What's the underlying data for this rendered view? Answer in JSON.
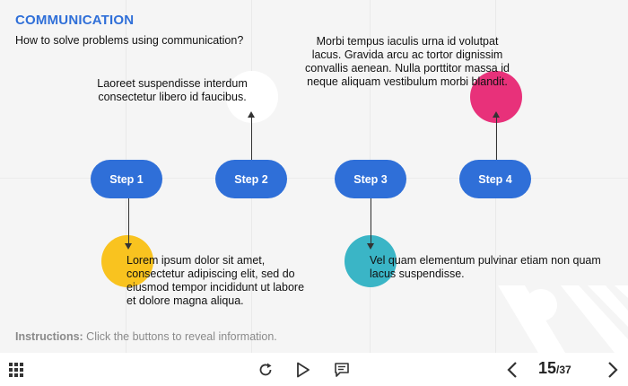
{
  "header": {
    "title": "COMMUNICATION",
    "subtitle": "How to solve problems using communication?"
  },
  "steps": [
    {
      "label": "Step 1",
      "text": "Lorem ipsum dolor sit amet, consectetur adipiscing elit, sed do eiusmod tempor incididunt ut labore et dolore magna aliqua."
    },
    {
      "label": "Step 2",
      "text": "Laoreet suspendisse interdum consectetur libero id faucibus."
    },
    {
      "label": "Step 3",
      "text": "Vel quam elementum pulvinar etiam non quam lacus suspendisse."
    },
    {
      "label": "Step 4",
      "text": "Morbi tempus iaculis urna id volutpat lacus. Gravida arcu ac tortor dignissim convallis aenean. Nulla porttitor massa id neque aliquam vestibulum morbi blandit."
    }
  ],
  "instructions": {
    "label": "Instructions:",
    "text": " Click the buttons to reveal information."
  },
  "pagination": {
    "current": "15",
    "total": "/37"
  },
  "colors": {
    "accent": "#2f6fd8",
    "pink": "#e8317a",
    "yellow": "#f9c31f",
    "teal": "#3ab5c6"
  },
  "icons": [
    "menu-grid-icon",
    "replay-icon",
    "play-icon",
    "captions-icon",
    "chevron-left-icon",
    "chevron-right-icon"
  ]
}
